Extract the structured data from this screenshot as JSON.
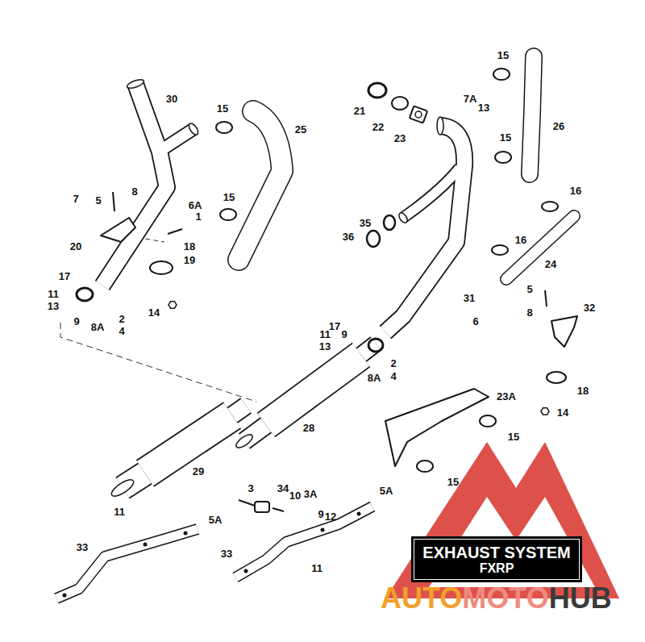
{
  "diagram": {
    "nodes": [
      {
        "text": [
          "EXHAUST SYSTEM",
          "FXRP"
        ]
      }
    ],
    "labels": [
      "30",
      "15",
      "25",
      "21",
      "22",
      "23",
      "7A",
      "13",
      "15",
      "26",
      "15",
      "5",
      "8",
      "7",
      "6A",
      "1",
      "15",
      "16",
      "35",
      "36",
      "16",
      "20",
      "18",
      "19",
      "24",
      "17",
      "11",
      "13",
      "9",
      "8A",
      "2",
      "4",
      "14",
      "5",
      "31",
      "8",
      "32",
      "6",
      "17",
      "11",
      "9",
      "13",
      "8A",
      "2",
      "4",
      "18",
      "23A",
      "14",
      "28",
      "15",
      "29",
      "15",
      "3",
      "34",
      "5A",
      "10",
      "3A",
      "11",
      "9",
      "12",
      "5A",
      "33",
      "33",
      "11",
      "AUTO",
      "MOTO",
      "HUB"
    ]
  }
}
